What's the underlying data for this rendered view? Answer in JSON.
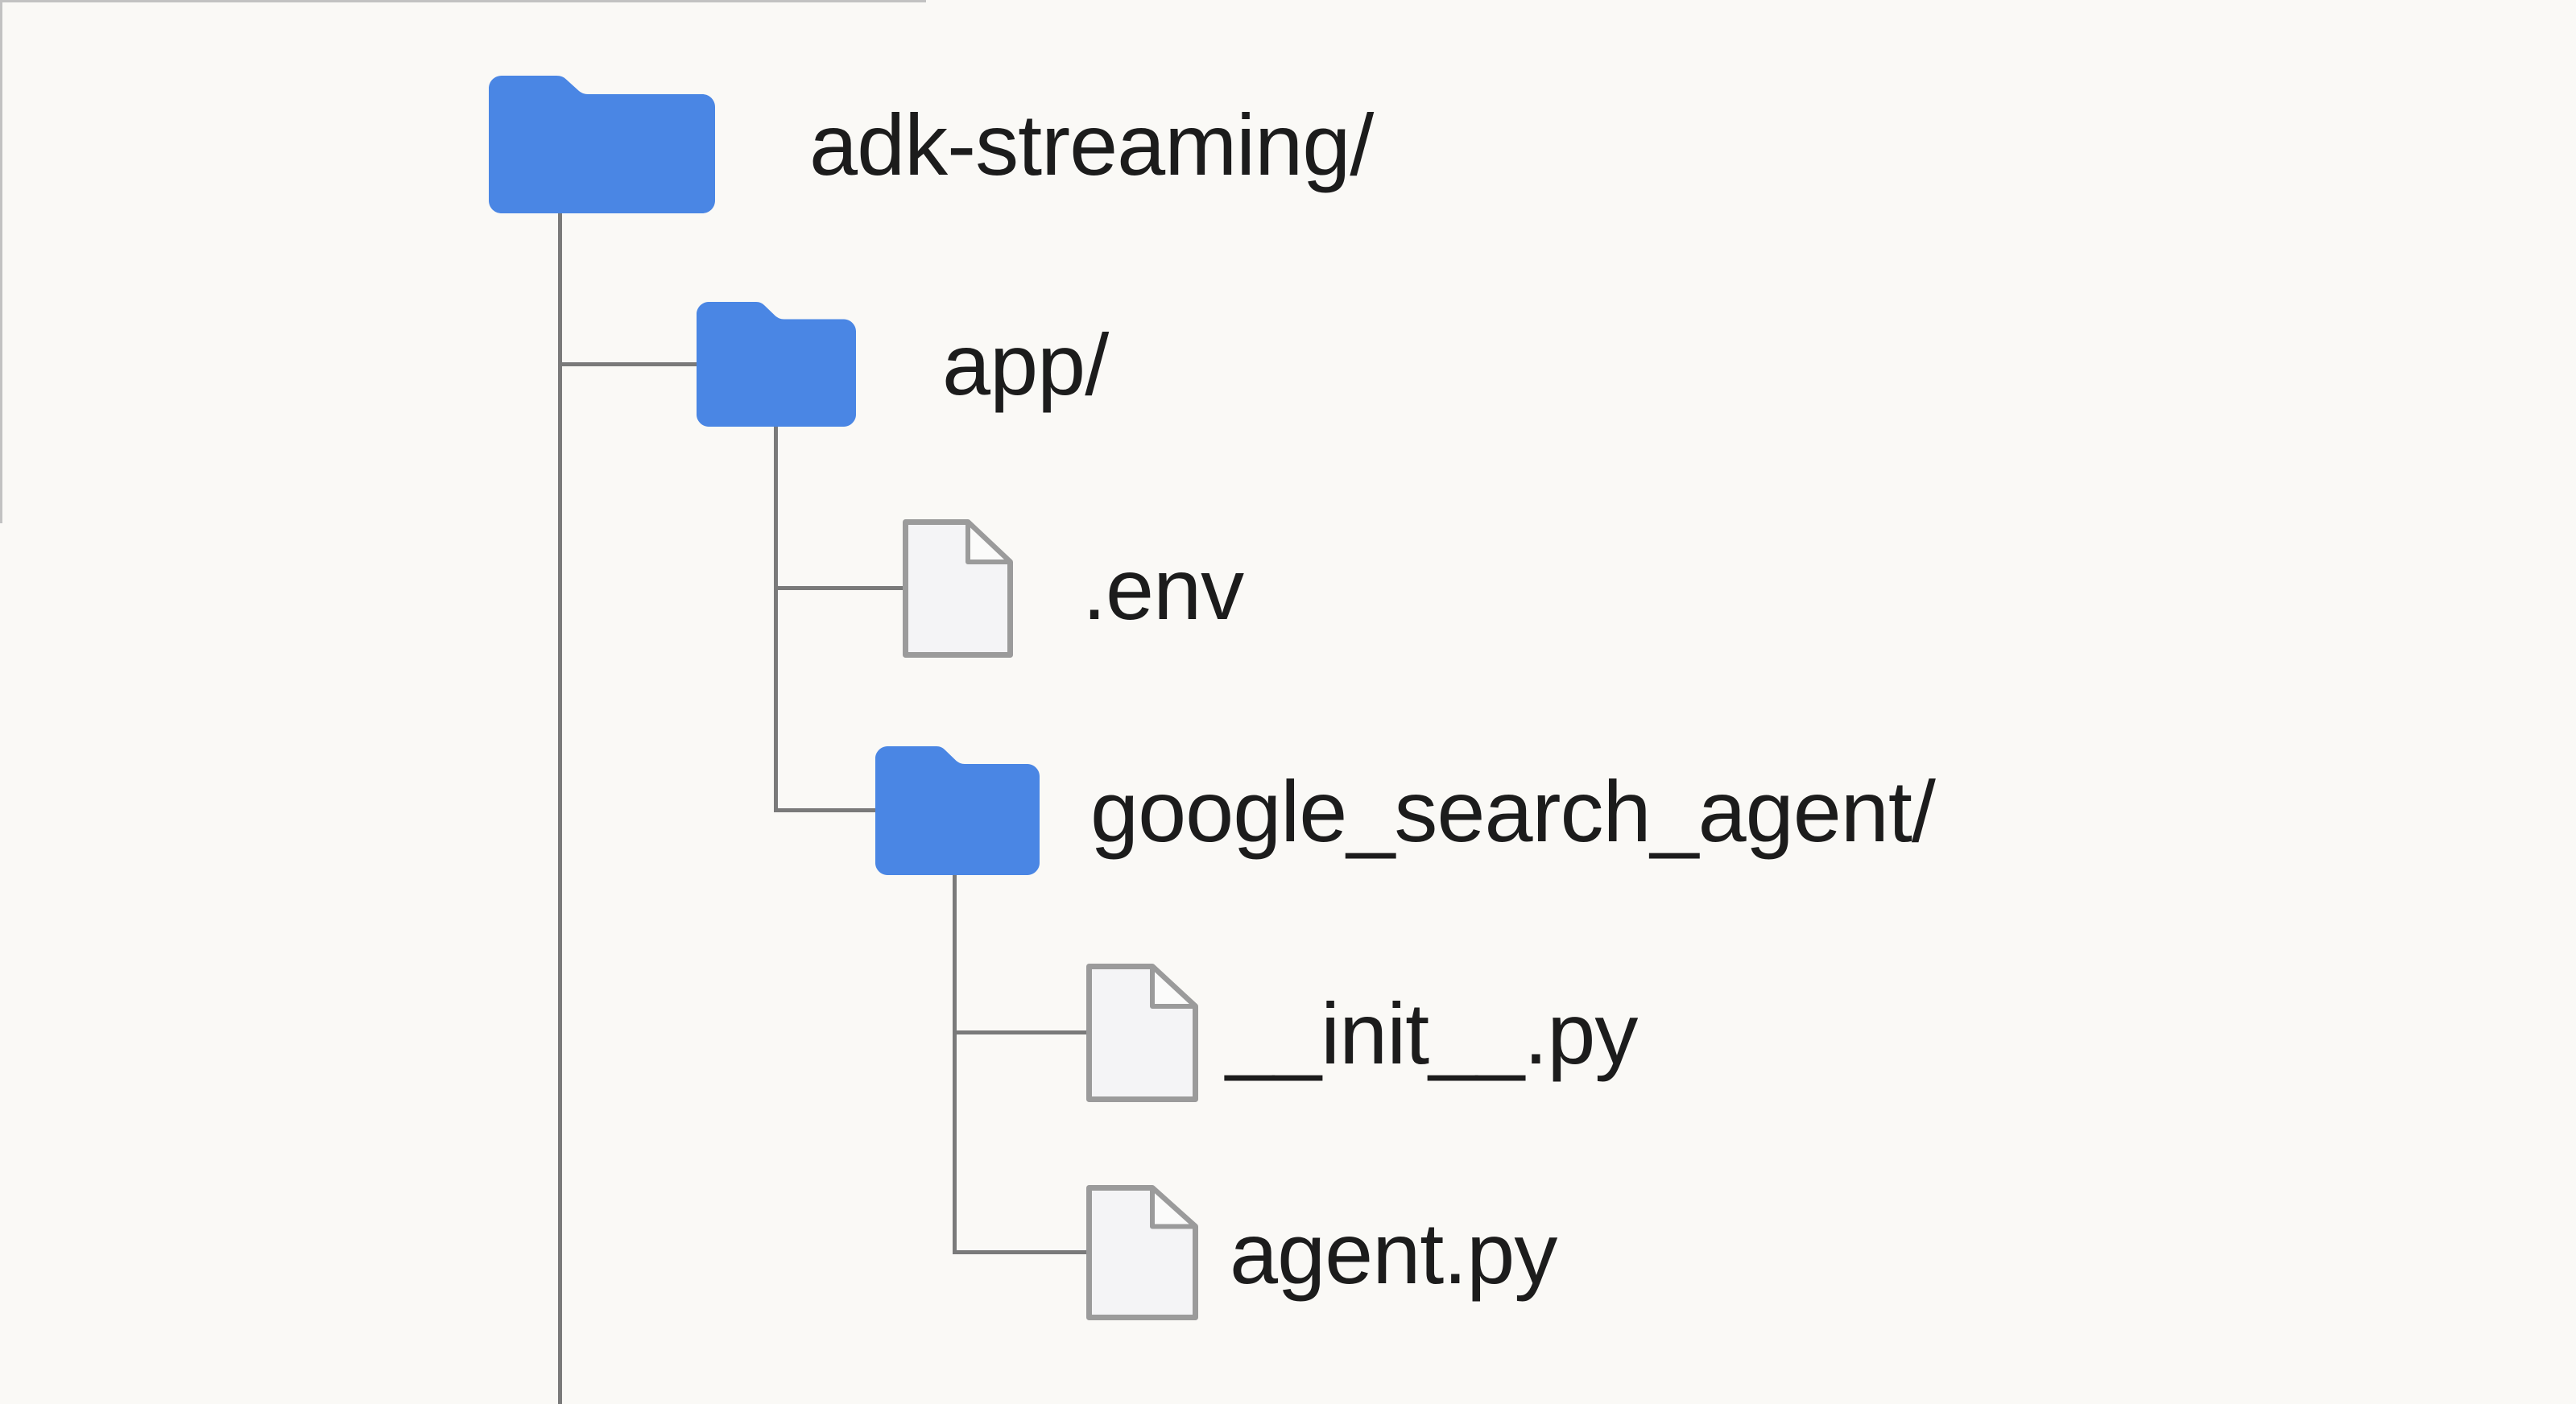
{
  "diagram_type": "directory-tree",
  "colors": {
    "background": "#faf9f6",
    "folder_blue": "#4a86e4",
    "connector_gray": "#7a7a7a",
    "file_fill": "#f4f4f6",
    "file_fold": "#fbfbfa",
    "file_border": "#9b9b9b",
    "label_text": "#1c1c1c",
    "frame_edge": "#c2c2c2"
  },
  "tree": {
    "root": {
      "label": "adk-streaming/",
      "type": "folder",
      "icon": "folder-icon",
      "children": [
        {
          "label": "app/",
          "type": "folder",
          "icon": "folder-icon",
          "children": [
            {
              "label": ".env",
              "type": "file",
              "icon": "file-icon",
              "children": []
            },
            {
              "label": "google_search_agent/",
              "type": "folder",
              "icon": "folder-icon",
              "children": [
                {
                  "label": "__init__.py",
                  "type": "file",
                  "icon": "file-icon",
                  "children": []
                },
                {
                  "label": "agent.py",
                  "type": "file",
                  "icon": "file-icon",
                  "children": []
                }
              ]
            }
          ]
        }
      ]
    }
  }
}
